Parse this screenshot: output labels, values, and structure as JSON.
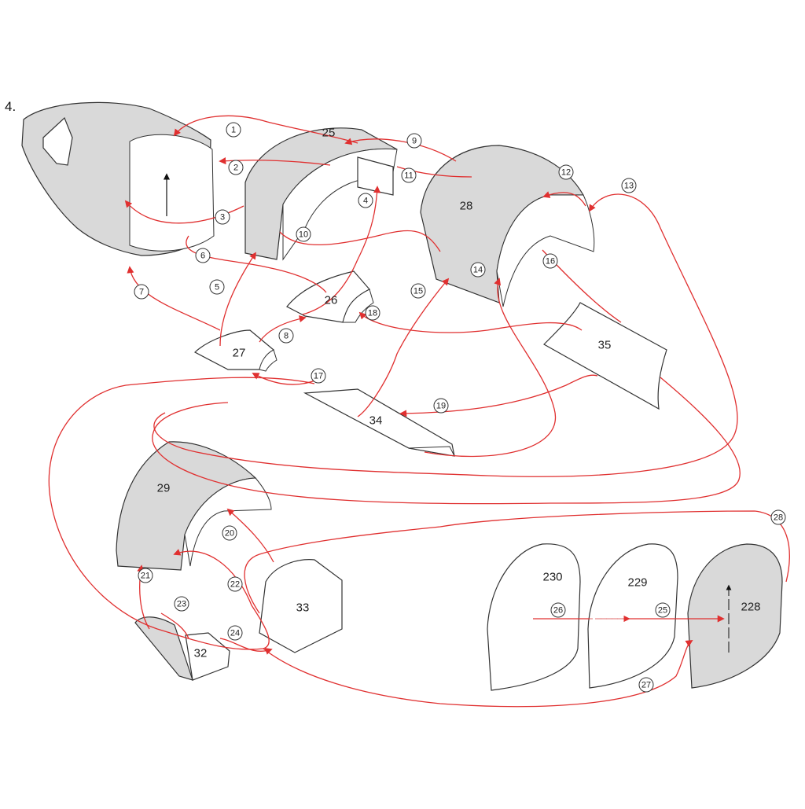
{
  "diagram": {
    "step_label": "4.",
    "parts": [
      "25",
      "26",
      "27",
      "28",
      "29",
      "32",
      "33",
      "34",
      "35",
      "230",
      "229",
      "228"
    ],
    "steps": [
      "1",
      "2",
      "3",
      "4",
      "5",
      "6",
      "7",
      "8",
      "9",
      "10",
      "11",
      "12",
      "13",
      "14",
      "15",
      "16",
      "17",
      "18",
      "19",
      "20",
      "21",
      "22",
      "23",
      "24",
      "25",
      "26",
      "27",
      "28"
    ]
  },
  "colors": {
    "flow": "#e03030",
    "part_fill": "#d9d9d9",
    "outline": "#333333"
  }
}
